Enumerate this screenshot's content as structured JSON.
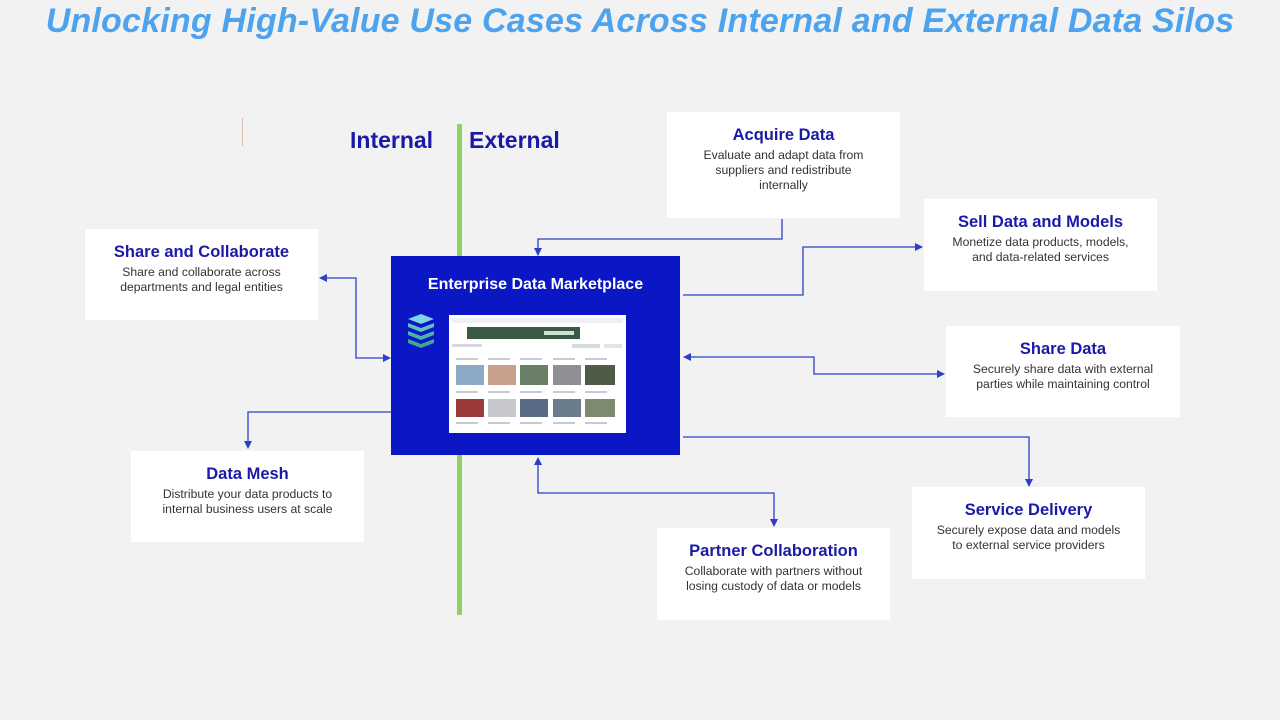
{
  "title": "Unlocking High-Value Use Cases Across Internal and External Data Silos",
  "labels": {
    "internal": "Internal",
    "external": "External"
  },
  "hub": {
    "title": "Enterprise Data Marketplace"
  },
  "cards": {
    "acquire": {
      "title": "Acquire Data",
      "desc": "Evaluate and adapt data from suppliers and redistribute internally"
    },
    "sell": {
      "title": "Sell Data and Models",
      "desc": "Monetize data products, models, and data-related services"
    },
    "share_data": {
      "title": "Share Data",
      "desc": "Securely share data with external parties while maintaining control"
    },
    "service": {
      "title": "Service Delivery",
      "desc": "Securely expose data and models to external service providers"
    },
    "partner": {
      "title": "Partner Collaboration",
      "desc": "Collaborate with partners without losing custody of data or models"
    },
    "share_collab": {
      "title": "Share and Collaborate",
      "desc": "Share and collaborate across departments and legal entities"
    },
    "mesh": {
      "title": "Data Mesh",
      "desc": "Distribute your data products to internal business users at scale"
    }
  },
  "colors": {
    "title": "#4ea3ef",
    "heading": "#1a1aa6",
    "hub": "#0b16c4",
    "divider": "#8fd163",
    "arrow": "#2b3fc7"
  }
}
